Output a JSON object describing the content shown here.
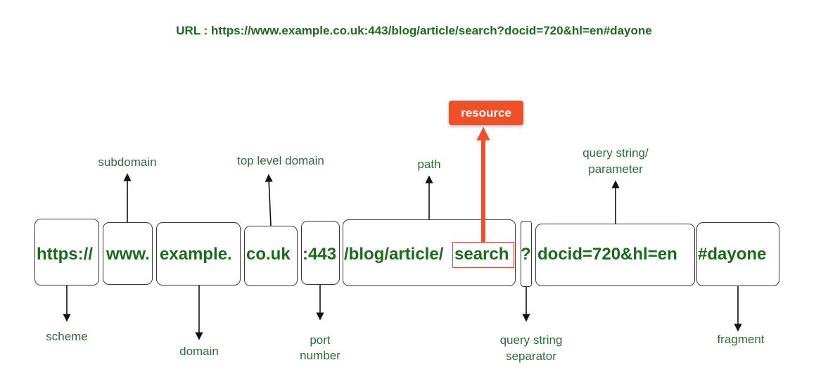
{
  "title": "URL : https://www.example.co.uk:443/blog/article/search?docid=720&hl=en#dayone",
  "segments": {
    "scheme": "https://",
    "subdomain": "www.",
    "domain": "example.",
    "tld": "co.uk",
    "port": ":443",
    "path": "/blog/article/",
    "resource": "search",
    "separator": "?",
    "query": "docid=720&hl=en",
    "fragment": "#dayone"
  },
  "labels": {
    "scheme": "scheme",
    "subdomain": "subdomain",
    "domain": "domain",
    "tld": "top level domain",
    "port_1": "port",
    "port_2": "number",
    "path": "path",
    "resource": "resource",
    "separator_1": "query string",
    "separator_2": "separator",
    "query_1": "query string/",
    "query_2": "parameter",
    "fragment": "fragment"
  },
  "colors": {
    "segment_text": "#1a6b1a",
    "label_text": "#2e6e36",
    "resource_badge": "#f05028"
  }
}
